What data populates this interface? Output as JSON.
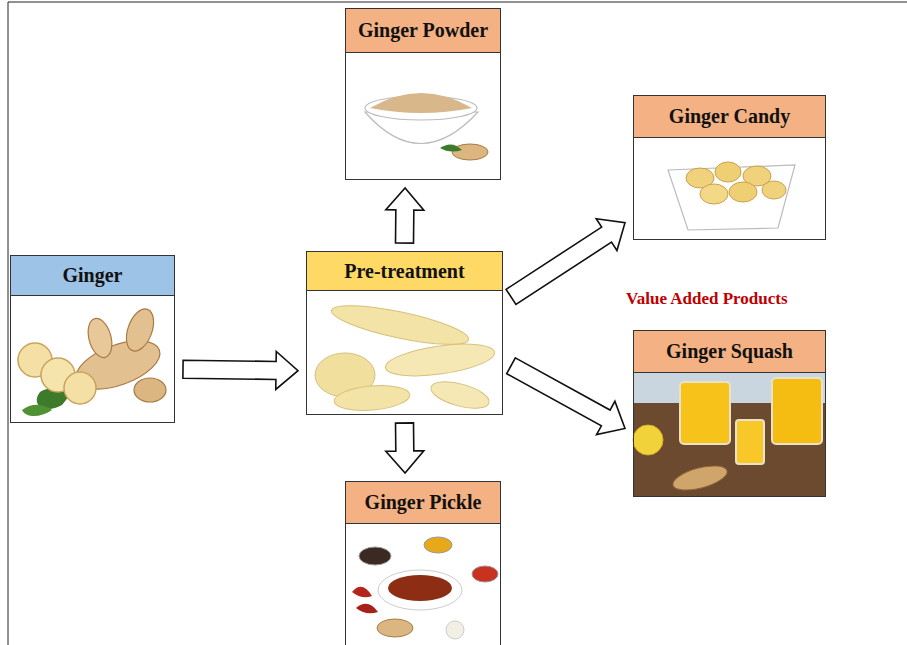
{
  "diagram": {
    "nodes": [
      {
        "text": [
          "Ginger"
        ]
      },
      {
        "text": [
          "Pre-treatment"
        ]
      },
      {
        "text": [
          "Ginger Powder"
        ]
      },
      {
        "text": [
          "Ginger Candy"
        ]
      },
      {
        "text": [
          "Ginger Squash"
        ]
      },
      {
        "text": [
          "Ginger Pickle"
        ]
      }
    ],
    "edges": [
      {
        "from": 0,
        "to": 1,
        "arrow": "to"
      },
      {
        "from": 1,
        "to": 2,
        "arrow": "to"
      },
      {
        "from": 1,
        "to": 3,
        "arrow": "to"
      },
      {
        "from": 1,
        "to": 4,
        "arrow": "to"
      },
      {
        "from": 1,
        "to": 5,
        "arrow": "to"
      }
    ],
    "labels": [
      "Value Added Products"
    ]
  }
}
